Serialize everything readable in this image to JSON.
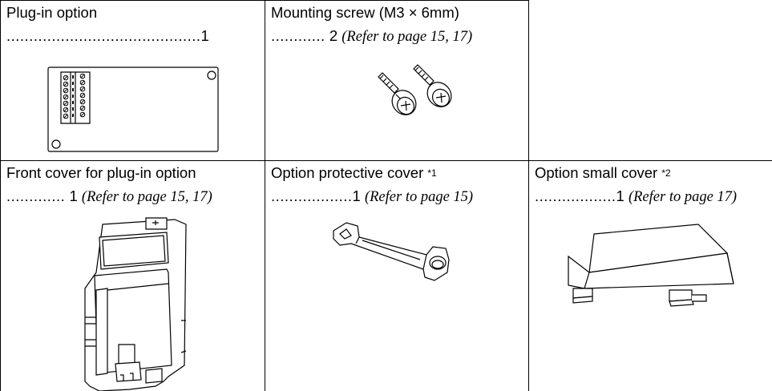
{
  "cells": [
    {
      "name": "Plug-in option",
      "dots": "...........................................",
      "qty": "1",
      "ref": ""
    },
    {
      "name": "Mounting screw (M3 × 6mm)",
      "dots": " ............",
      "qty": "2",
      "ref": "(Refer to page 15, 17)"
    },
    {
      "name": "Front cover for plug-in option",
      "dots": ".............",
      "qty": "1",
      "ref": "(Refer to page 15, 17)"
    },
    {
      "name": "Option protective cover",
      "note": "*1",
      "dots": " ..................",
      "qty": "1",
      "ref": "(Refer to page 15)"
    },
    {
      "name": "Option small cover",
      "note": "*2",
      "dots": " ..................",
      "qty": "1",
      "ref": "(Refer to page 17)"
    }
  ],
  "illustrations": {
    "plug_in_option": "plug-in-option-board-illustration",
    "mounting_screw": "mounting-screw-illustration",
    "front_cover": "front-cover-illustration",
    "protective_cover": "option-protective-cover-illustration",
    "small_cover": "option-small-cover-illustration"
  }
}
